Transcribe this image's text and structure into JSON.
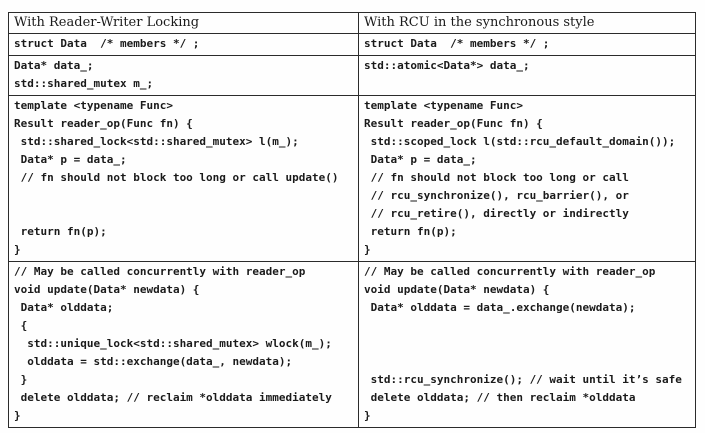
{
  "colors": {
    "border": "#2b2b2b",
    "text": "#1a1a1a",
    "background": "#fefefe"
  },
  "table": {
    "headers": {
      "left": "With Reader-Writer Locking",
      "right": "With RCU in the synchronous style"
    },
    "rows": [
      {
        "name": "struct-declaration",
        "left": [
          "struct Data  /* members */ ;"
        ],
        "right": [
          "struct Data  /* members */ ;"
        ]
      },
      {
        "name": "shared-state",
        "left": [
          "Data* data_;",
          "std::shared_mutex m_;"
        ],
        "right": [
          "std::atomic<Data*> data_;",
          ""
        ]
      },
      {
        "name": "reader-op",
        "left": [
          "template <typename Func>",
          "Result reader_op(Func fn) {",
          " std::shared_lock<std::shared_mutex> l(m_);",
          " Data* p = data_;",
          " // fn should not block too long or call update()",
          "",
          "",
          " return fn(p);",
          "}"
        ],
        "right": [
          "template <typename Func>",
          "Result reader_op(Func fn) {",
          " std::scoped_lock l(std::rcu_default_domain());",
          " Data* p = data_;",
          " // fn should not block too long or call",
          " // rcu_synchronize(), rcu_barrier(), or",
          " // rcu_retire(), directly or indirectly",
          " return fn(p);",
          "}"
        ]
      },
      {
        "name": "update",
        "left": [
          "// May be called concurrently with reader_op",
          "void update(Data* newdata) {",
          " Data* olddata;",
          " {",
          "  std::unique_lock<std::shared_mutex> wlock(m_);",
          "  olddata = std::exchange(data_, newdata);",
          " }",
          " delete olddata; // reclaim *olddata immediately",
          "}"
        ],
        "right": [
          "// May be called concurrently with reader_op",
          "void update(Data* newdata) {",
          " Data* olddata = data_.exchange(newdata);",
          "",
          "",
          "",
          " std::rcu_synchronize(); // wait until it’s safe",
          " delete olddata; // then reclaim *olddata",
          "}"
        ]
      }
    ]
  }
}
